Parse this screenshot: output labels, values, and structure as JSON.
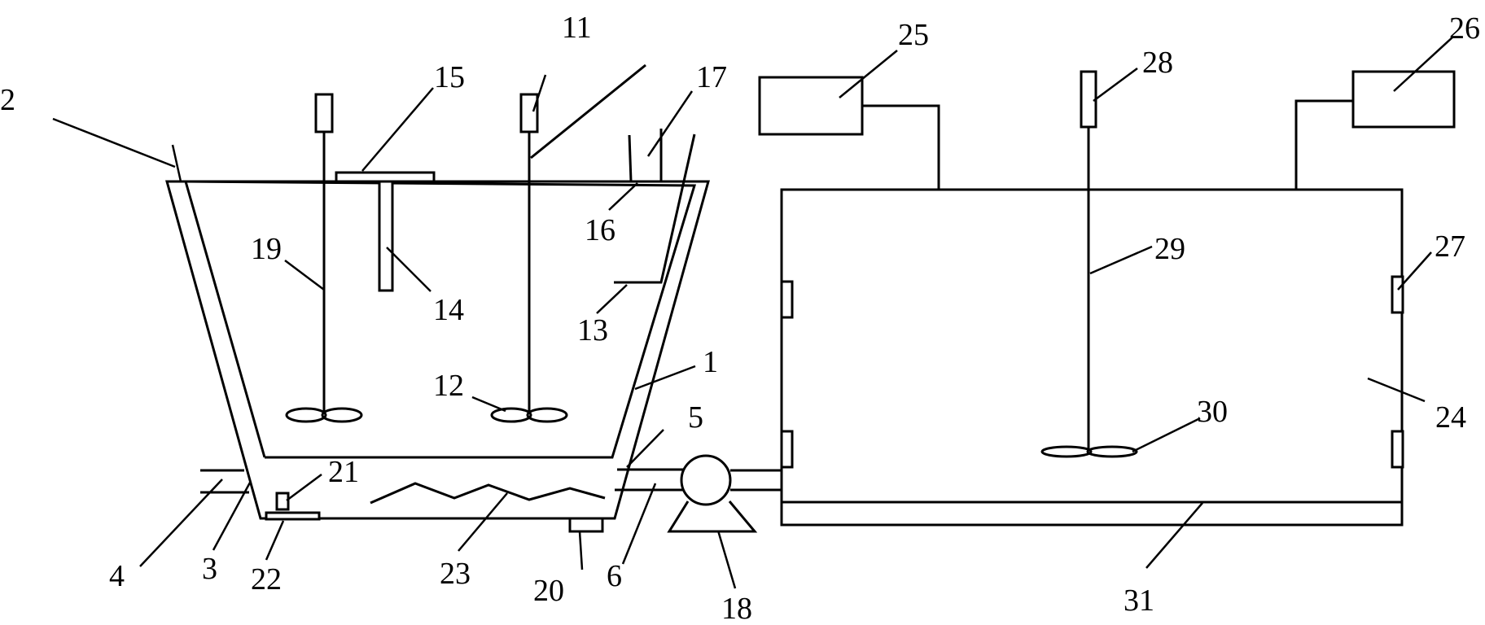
{
  "labels": {
    "l1": "1",
    "l2": "2",
    "l3": "3",
    "l4": "4",
    "l5": "5",
    "l6": "6",
    "l11": "11",
    "l12": "12",
    "l13": "13",
    "l14": "14",
    "l15": "15",
    "l16": "16",
    "l17": "17",
    "l18": "18",
    "l19": "19",
    "l20": "20",
    "l21": "21",
    "l22": "22",
    "l23": "23",
    "l24": "24",
    "l25": "25",
    "l26": "26",
    "l27": "27",
    "l28": "28",
    "l29": "29",
    "l30": "30",
    "l31": "31"
  }
}
